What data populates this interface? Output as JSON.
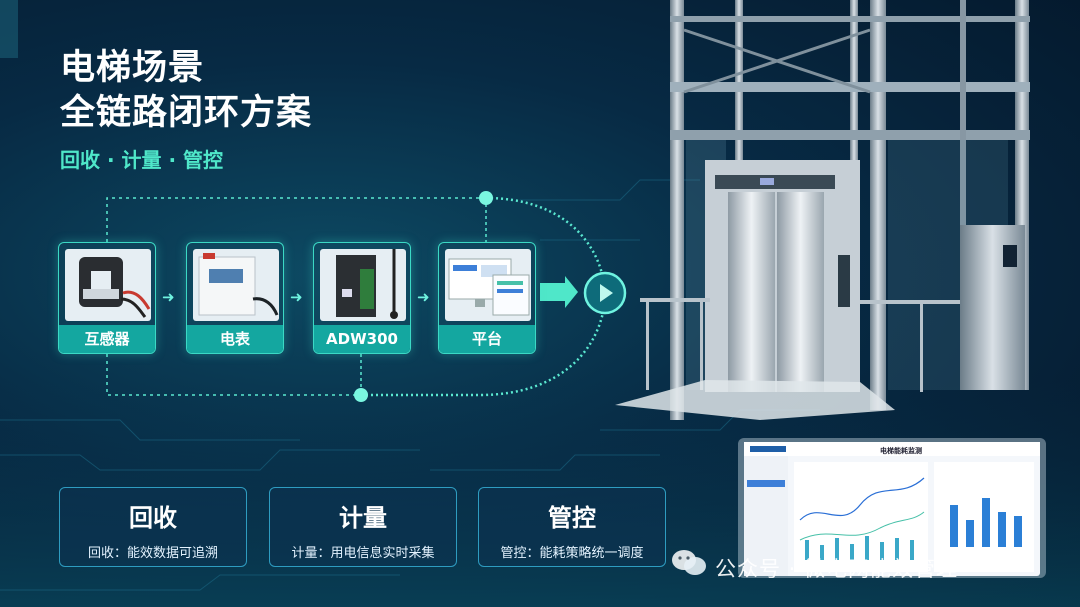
{
  "title": {
    "line1": "电梯场景",
    "line2": "全链路闭环方案"
  },
  "subtitle": "回收 · 计量 · 管控",
  "flow": [
    {
      "label": "互感器"
    },
    {
      "label": "电表"
    },
    {
      "label": "ADW300"
    },
    {
      "label": "平台"
    }
  ],
  "cards": [
    {
      "title": "回收",
      "desc": "回收：能效数据可追溯"
    },
    {
      "title": "计量",
      "desc": "计量：用电信息实时采集"
    },
    {
      "title": "管控",
      "desc": "管控：能耗策略统一调度"
    }
  ],
  "dashboard": {
    "title": "电梯能耗监测"
  },
  "watermark": "公众号 · 微电网能效管理",
  "colors": {
    "accent": "#3bd9c5",
    "label_bg": "#14a7a0",
    "card_border": "#2e9cc0"
  }
}
